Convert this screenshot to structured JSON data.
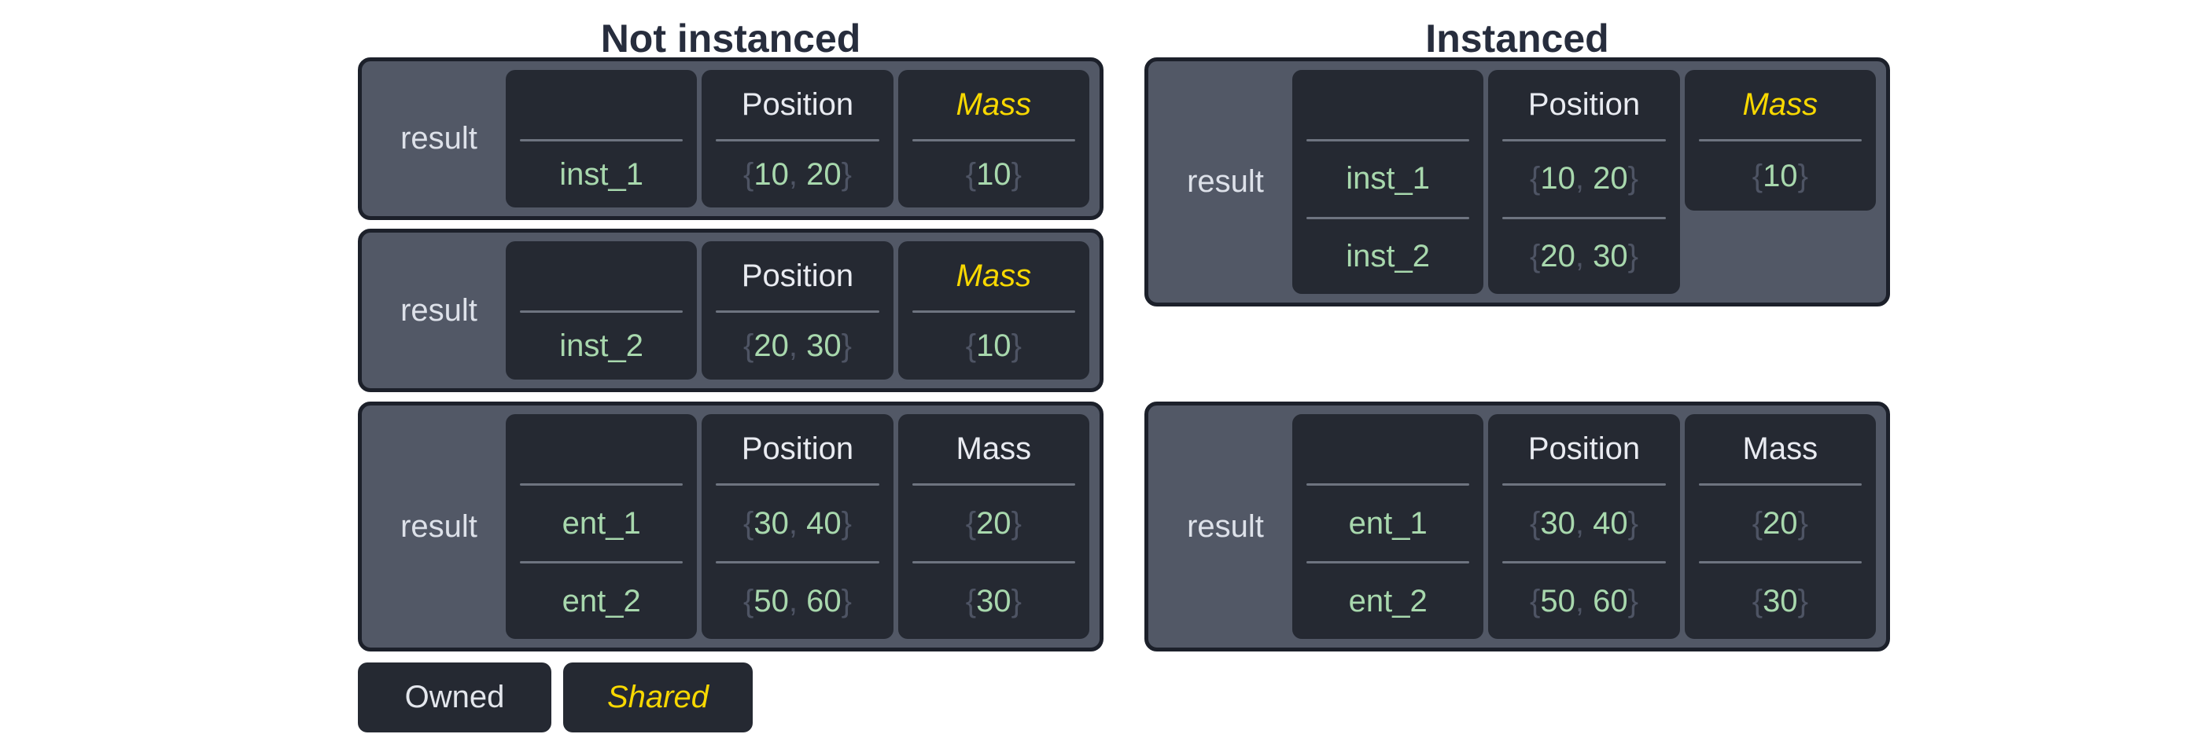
{
  "diagram": {
    "left": {
      "title": "Not instanced",
      "boxes": [
        {
          "label": "result",
          "cells": [
            {
              "header": "",
              "rows": [
                {
                  "a": "inst_1"
                }
              ]
            },
            {
              "header": "Position",
              "rows": [
                {
                  "open": "{",
                  "a": "10",
                  "sep": ", ",
                  "b": "20",
                  "close": "}"
                }
              ]
            },
            {
              "header": "Mass",
              "shared": true,
              "rows": [
                {
                  "open": "{",
                  "a": "10",
                  "close": "}"
                }
              ]
            }
          ]
        },
        {
          "label": "result",
          "cells": [
            {
              "header": "",
              "rows": [
                {
                  "a": "inst_2"
                }
              ]
            },
            {
              "header": "Position",
              "rows": [
                {
                  "open": "{",
                  "a": "20",
                  "sep": ", ",
                  "b": "30",
                  "close": "}"
                }
              ]
            },
            {
              "header": "Mass",
              "shared": true,
              "rows": [
                {
                  "open": "{",
                  "a": "10",
                  "close": "}"
                }
              ]
            }
          ]
        },
        {
          "label": "result",
          "cells": [
            {
              "header": "",
              "rows": [
                {
                  "a": "ent_1"
                },
                {
                  "a": "ent_2"
                }
              ]
            },
            {
              "header": "Position",
              "rows": [
                {
                  "open": "{",
                  "a": "30",
                  "sep": ", ",
                  "b": "40",
                  "close": "}"
                },
                {
                  "open": "{",
                  "a": "50",
                  "sep": ", ",
                  "b": "60",
                  "close": "}"
                }
              ]
            },
            {
              "header": "Mass",
              "shared": false,
              "rows": [
                {
                  "open": "{",
                  "a": "20",
                  "close": "}"
                },
                {
                  "open": "{",
                  "a": "30",
                  "close": "}"
                }
              ]
            }
          ]
        }
      ]
    },
    "right": {
      "title": "Instanced",
      "boxes": [
        {
          "label": "result",
          "cells": [
            {
              "header": "",
              "rows": [
                {
                  "a": "inst_1"
                },
                {
                  "a": "inst_2"
                }
              ]
            },
            {
              "header": "Position",
              "rows": [
                {
                  "open": "{",
                  "a": "10",
                  "sep": ", ",
                  "b": "20",
                  "close": "}"
                },
                {
                  "open": "{",
                  "a": "20",
                  "sep": ", ",
                  "b": "30",
                  "close": "}"
                }
              ]
            },
            {
              "header": "Mass",
              "shared": true,
              "short": true,
              "rows": [
                {
                  "open": "{",
                  "a": "10",
                  "close": "}"
                }
              ]
            }
          ]
        },
        {
          "label": "result",
          "cells": [
            {
              "header": "",
              "rows": [
                {
                  "a": "ent_1"
                },
                {
                  "a": "ent_2"
                }
              ]
            },
            {
              "header": "Position",
              "rows": [
                {
                  "open": "{",
                  "a": "30",
                  "sep": ", ",
                  "b": "40",
                  "close": "}"
                },
                {
                  "open": "{",
                  "a": "50",
                  "sep": ", ",
                  "b": "60",
                  "close": "}"
                }
              ]
            },
            {
              "header": "Mass",
              "shared": false,
              "rows": [
                {
                  "open": "{",
                  "a": "20",
                  "close": "}"
                },
                {
                  "open": "{",
                  "a": "30",
                  "close": "}"
                }
              ]
            }
          ]
        }
      ]
    },
    "legend": {
      "owned": "Owned",
      "shared": "Shared"
    },
    "colors": {
      "title_text": "#272d3d",
      "box_fill": "#525866",
      "box_border": "#1c202a",
      "cell_fill": "#252932",
      "header_text": "#e9ebf1",
      "shared_yellow": "#f8d800",
      "value_green": "#a8d8ad",
      "brace_gray": "#4e5464",
      "divider_gray": "#6e7480"
    }
  }
}
